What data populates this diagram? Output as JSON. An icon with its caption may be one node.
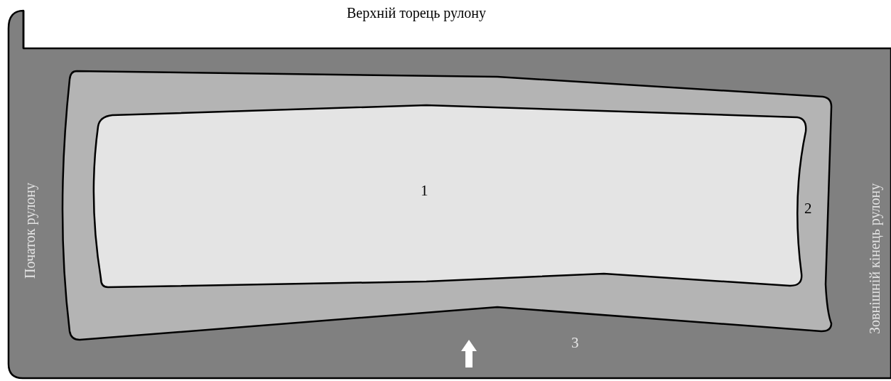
{
  "diagram": {
    "nodes": [
      {
        "text": [
          "3"
        ]
      },
      {
        "text": [
          "2"
        ],
        "in": 0
      },
      {
        "text": [
          "1"
        ],
        "in": 1
      }
    ],
    "labels": [
      "Верхній торець рулону",
      "Початок рулону",
      "Зовнішній кінець рулону"
    ]
  }
}
